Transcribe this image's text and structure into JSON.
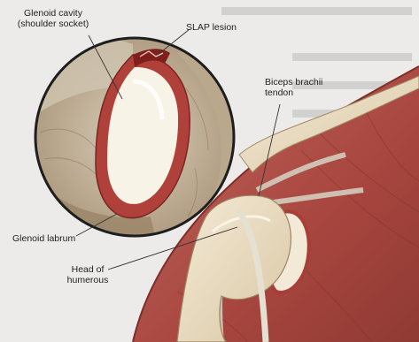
{
  "labels": {
    "glenoid_cavity_line1": "Glenoid cavity",
    "glenoid_cavity_line2": "(shoulder socket)",
    "slap_lesion": "SLAP lesion",
    "biceps_line1": "Biceps brachii",
    "biceps_line2": "tendon",
    "glenoid_labrum": "Glenoid labrum",
    "head_line1": "Head of",
    "head_line2": "humerous"
  },
  "colors": {
    "background": "#ecebe9",
    "muscle": "#b0554e",
    "muscle_dark": "#8a3530",
    "bone": "#efe3cc",
    "cartilage": "#f7f2e6",
    "labrum": "#b0403a",
    "tendon": "#dcd6c8",
    "leader_line": "#333333"
  }
}
